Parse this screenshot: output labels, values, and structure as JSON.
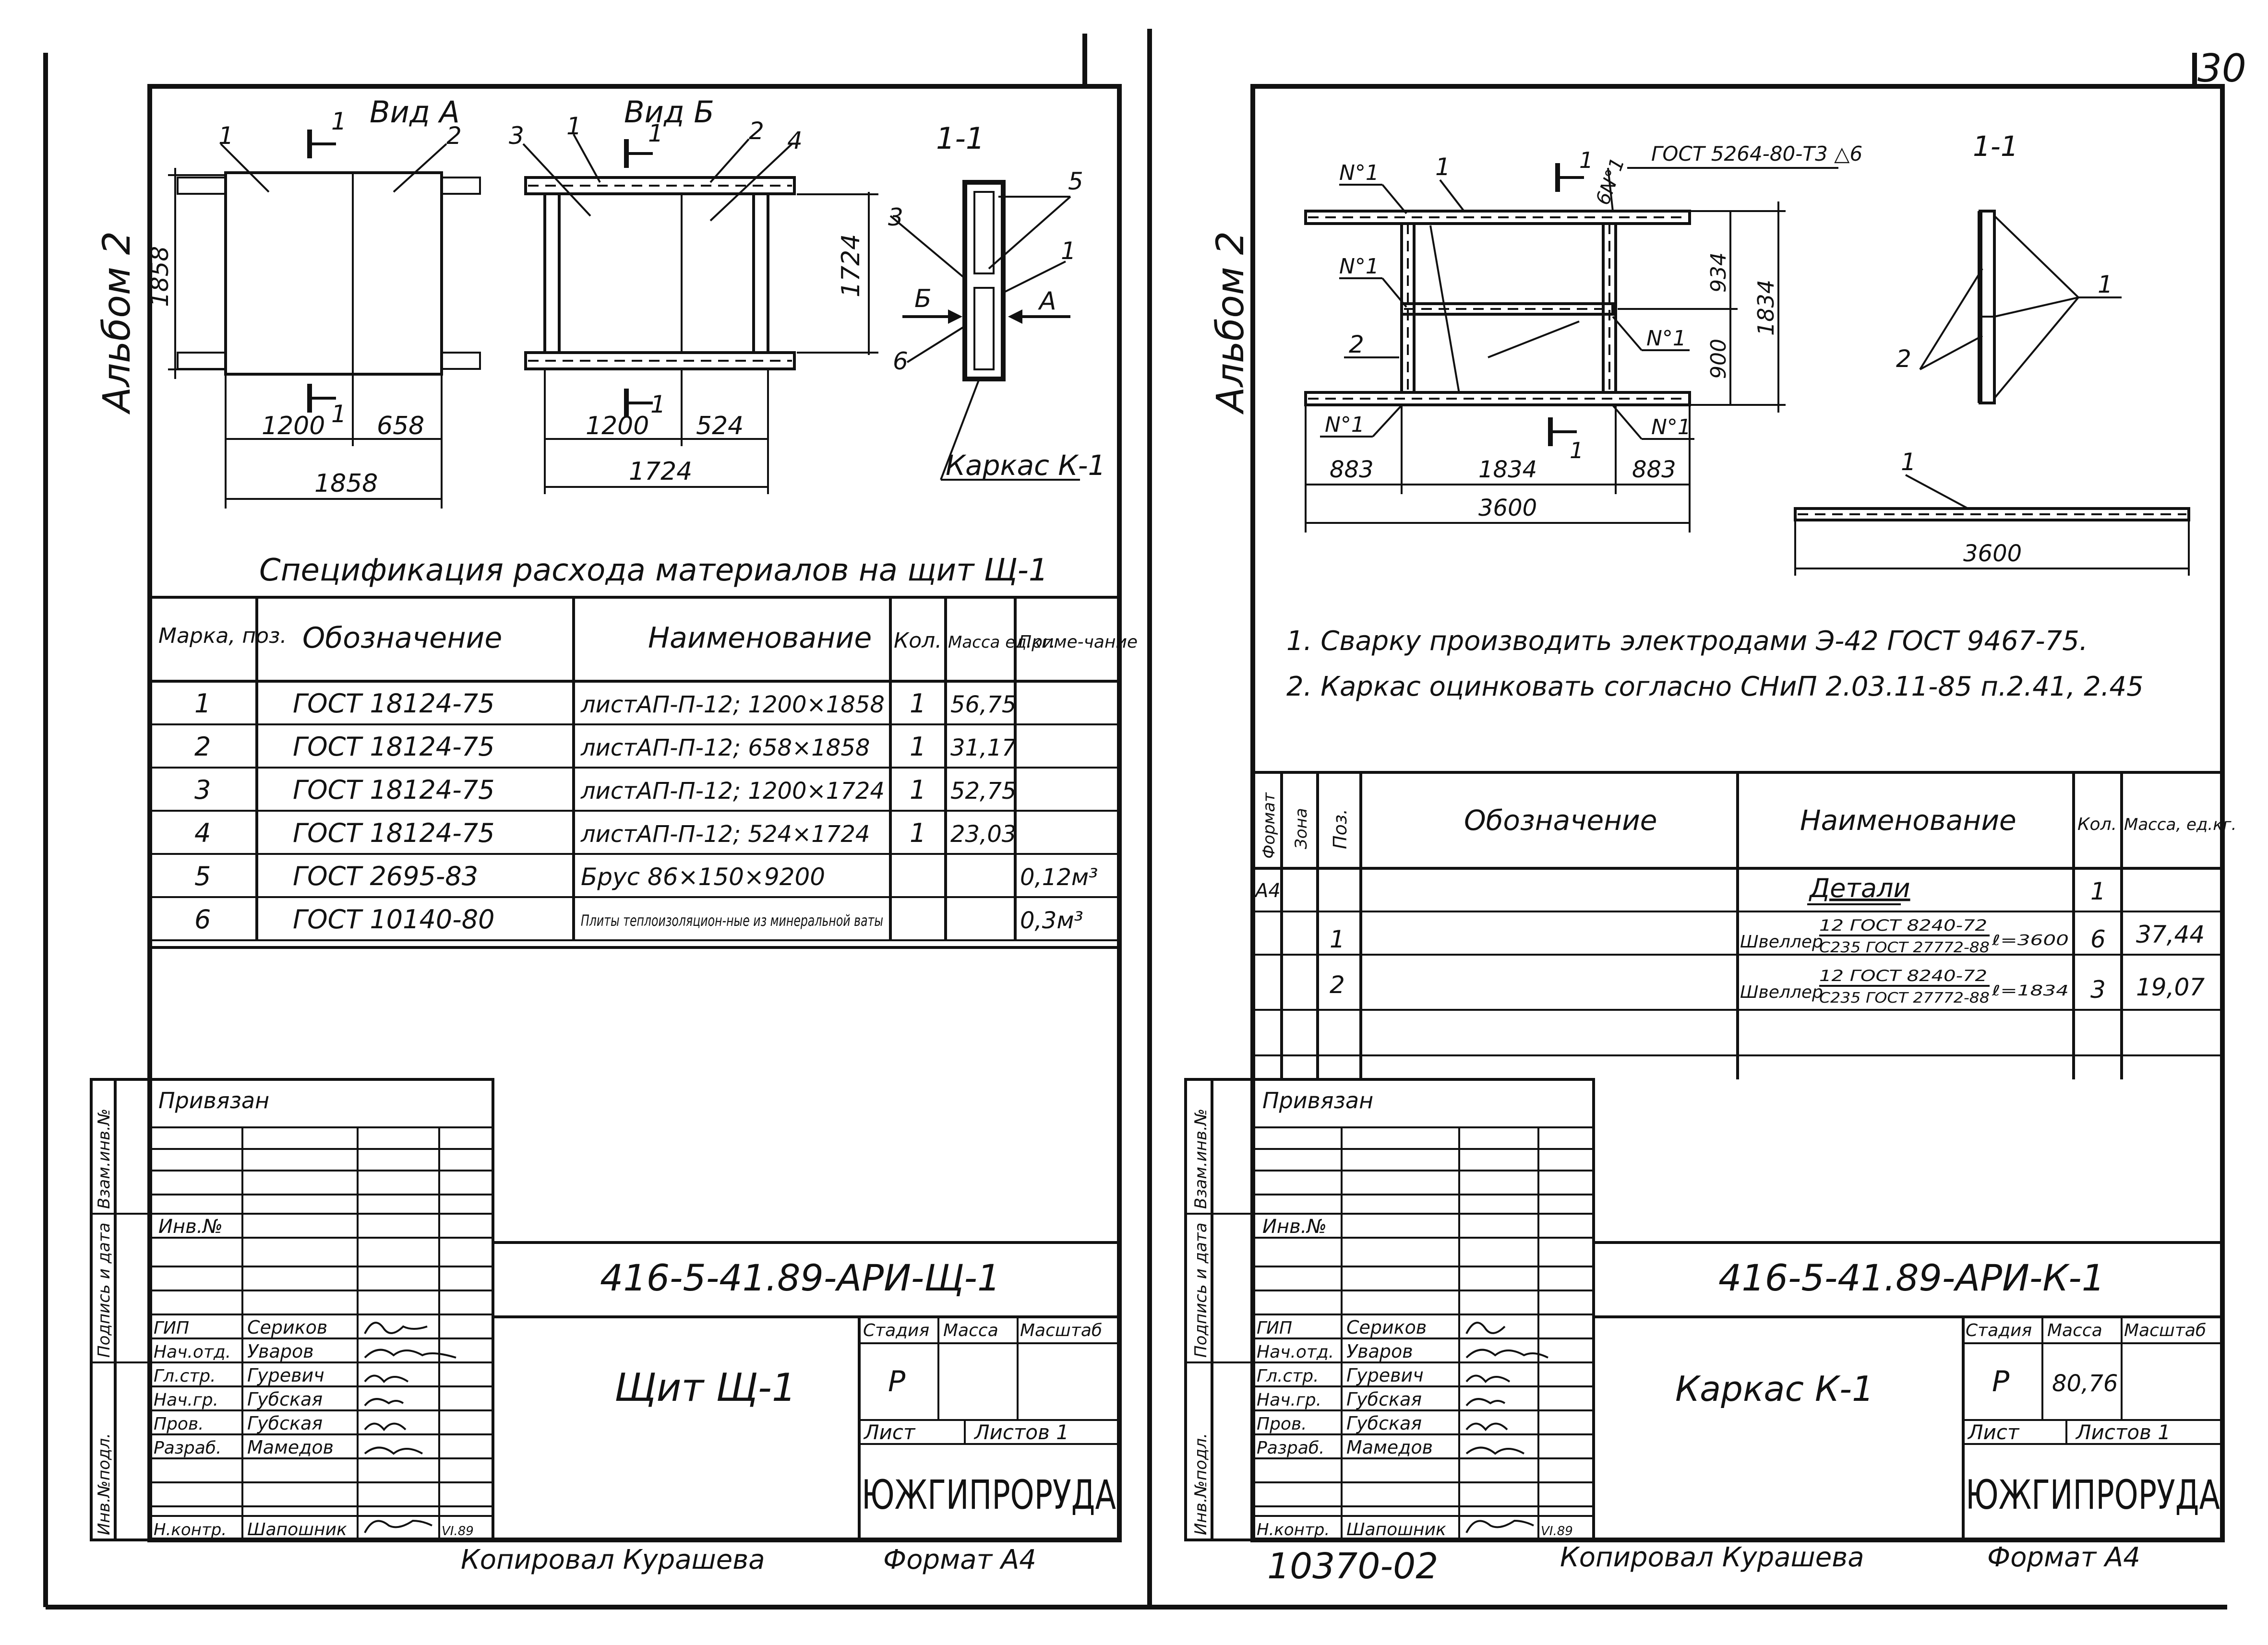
{
  "page_number": "30",
  "left_sheet": {
    "album": "Альбом 2",
    "views": {
      "view_a": "Вид А",
      "view_b": "Вид Б",
      "section": "1-1",
      "cut_mark": "1",
      "frame_callout": "Каркас К-1",
      "arrow_a": "А",
      "arrow_b": "Б"
    },
    "dimensions": {
      "a_height": "1858",
      "a_w1": "1200",
      "a_w2": "658",
      "a_total": "1858",
      "b_height": "1724",
      "b_w1": "1200",
      "b_w2": "524",
      "b_total": "1724"
    },
    "callouts_a": [
      "1",
      "2"
    ],
    "callouts_b": [
      "3",
      "1",
      "2",
      "4"
    ],
    "callouts_section": [
      "5",
      "3",
      "1",
      "6"
    ],
    "spec_title": "Спецификация расхода материалов на щит Щ-1",
    "spec_headers": [
      "Марка, поз.",
      "Обозначение",
      "Наименование",
      "Кол.",
      "Масса ед.кг.",
      "Приме-чание"
    ],
    "spec_rows": [
      [
        "1",
        "ГОСТ 18124-75",
        "листАП-П-12; 1200×1858",
        "1",
        "56,75",
        ""
      ],
      [
        "2",
        "ГОСТ 18124-75",
        "листАП-П-12; 658×1858",
        "1",
        "31,17",
        ""
      ],
      [
        "3",
        "ГОСТ 18124-75",
        "листАП-П-12; 1200×1724",
        "1",
        "52,75",
        ""
      ],
      [
        "4",
        "ГОСТ 18124-75",
        "листАП-П-12; 524×1724",
        "1",
        "23,03",
        ""
      ],
      [
        "5",
        "ГОСТ 2695-83",
        "Брус 86×150×9200",
        "",
        "",
        "0,12м³"
      ],
      [
        "6",
        "ГОСТ 10140-80",
        "Плиты теплоизоляцион-ные из минеральной ваты",
        "",
        "",
        "0,3м³"
      ]
    ],
    "side_labels": [
      "Взам.инв.№",
      "Подпись и дата",
      "Инв.№подл."
    ],
    "stamp": {
      "bound": "Привязан",
      "inv": "Инв.№",
      "code": "416-5-41.89-АРИ-Щ-1",
      "title": "Щит Щ-1",
      "stage_label": "Стадия",
      "mass_label": "Масса",
      "scale_label": "Масштаб",
      "stage": "Р",
      "mass": "",
      "sheet_label": "Лист",
      "sheets_label": "Листов 1",
      "org": "ЮЖГИПРОРУДА",
      "people": [
        [
          "ГИП",
          "Сериков"
        ],
        [
          "Нач.отд.",
          "Уваров"
        ],
        [
          "Гл.стр.",
          "Гуревич"
        ],
        [
          "Нач.гр.",
          "Губская"
        ],
        [
          "Пров.",
          "Губская"
        ],
        [
          "Разраб.",
          "Мамедов"
        ],
        [
          "Н.контр.",
          "Шапошник"
        ]
      ],
      "date_code": "VI.89"
    },
    "copied": "Копировал Курашева",
    "format": "Формат А4"
  },
  "right_sheet": {
    "album": "Альбом 2",
    "weld_note": "ГОСТ 5264-80-Т3 △6",
    "section": "1-1",
    "cut_mark": "1",
    "weld_labels": [
      "N°1",
      "N°1",
      "N°1",
      "N°1",
      "6N°1"
    ],
    "callouts": [
      "1",
      "2"
    ],
    "dimensions": {
      "d934": "934",
      "d900": "900",
      "d1834v": "1834",
      "d883a": "883",
      "d1834": "1834",
      "d883b": "883",
      "d3600": "3600",
      "d3600b": "3600"
    },
    "notes": [
      "1. Сварку производить электродами Э-42 ГОСТ 9467-75.",
      "2. Каркас оцинковать согласно СНиП 2.03.11-85 п.2.41, 2.45"
    ],
    "spec_headers": [
      "Формат",
      "Зона",
      "Поз.",
      "Обозначение",
      "Наименование",
      "Кол.",
      "Масса, ед.кг."
    ],
    "spec_rows": [
      {
        "format": "А4",
        "zone": "",
        "pos": "",
        "designation": "",
        "name": "Детали",
        "qty": "1",
        "mass": ""
      },
      {
        "format": "",
        "zone": "",
        "pos": "1",
        "designation": "",
        "name": "Швеллер",
        "name_top": "12 ГОСТ 8240-72",
        "name_bottom": "С235 ГОСТ 27772-88",
        "length": "ℓ=3600",
        "qty": "6",
        "mass": "37,44"
      },
      {
        "format": "",
        "zone": "",
        "pos": "2",
        "designation": "",
        "name": "Швеллер",
        "name_top": "12 ГОСТ 8240-72",
        "name_bottom": "С235 ГОСТ 27772-88",
        "length": "ℓ=1834",
        "qty": "3",
        "mass": "19,07"
      }
    ],
    "side_labels": [
      "Взам.инв.№",
      "Подпись и дата",
      "Инв.№подл."
    ],
    "stamp": {
      "bound": "Привязан",
      "inv": "Инв.№",
      "code": "416-5-41.89-АРИ-К-1",
      "title": "Каркас К-1",
      "stage_label": "Стадия",
      "mass_label": "Масса",
      "scale_label": "Масштаб",
      "stage": "Р",
      "mass": "80,76",
      "sheet_label": "Лист",
      "sheets_label": "Листов 1",
      "org": "ЮЖГИПРОРУДА",
      "people": [
        [
          "ГИП",
          "Сериков"
        ],
        [
          "Нач.отд.",
          "Уваров"
        ],
        [
          "Гл.стр.",
          "Гуревич"
        ],
        [
          "Нач.гр.",
          "Губская"
        ],
        [
          "Пров.",
          "Губская"
        ],
        [
          "Разраб.",
          "Мамедов"
        ],
        [
          "Н.контр.",
          "Шапошник"
        ]
      ],
      "date_code": "VI.89"
    },
    "doc_number": "10370-02",
    "copied": "Копировал Курашева",
    "format": "Формат А4"
  }
}
